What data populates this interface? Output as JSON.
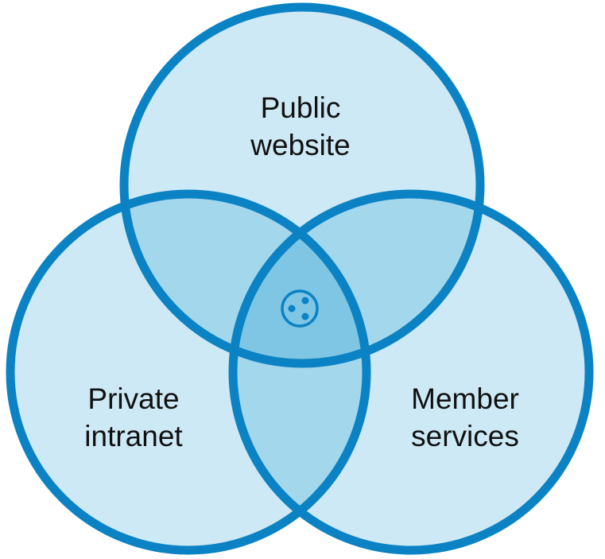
{
  "diagram": {
    "type": "venn-3",
    "colors": {
      "circle_fill": "#cde9f5",
      "pair_overlap_fill": "#a3d7ec",
      "center_overlap_fill": "#7ec6e3",
      "stroke": "#0a82c4",
      "label_text": "#111111"
    },
    "sets": [
      {
        "key": "public",
        "label_line1": "Public",
        "label_line2": "website"
      },
      {
        "key": "private",
        "label_line1": "Private",
        "label_line2": "intranet"
      },
      {
        "key": "member",
        "label_line1": "Member",
        "label_line2": "services"
      }
    ],
    "center_icon": "three-dots-circle-icon"
  }
}
